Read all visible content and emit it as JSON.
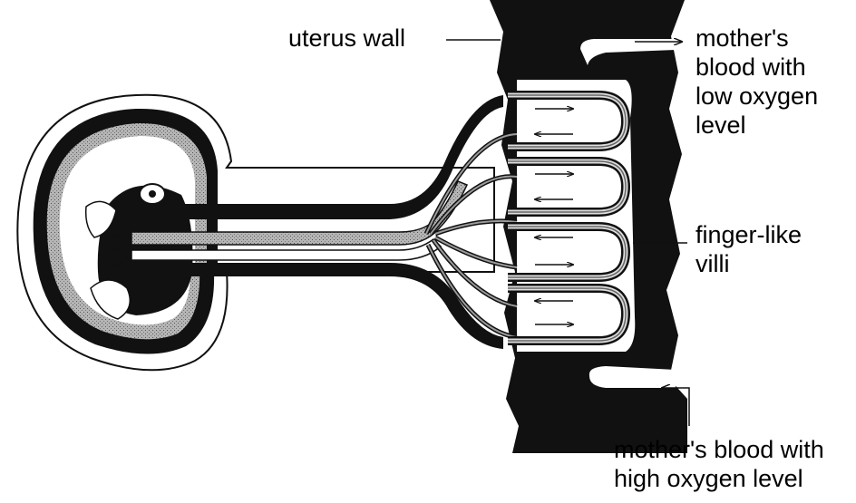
{
  "labels": {
    "uterus_wall": "uterus wall",
    "mother_blood_low": [
      "mother's",
      "blood with",
      "low oxygen",
      "level"
    ],
    "finger_villi": [
      "finger-like",
      "villi"
    ],
    "mother_blood_high": [
      "mother's blood with",
      "high oxygen level"
    ]
  },
  "colors": {
    "ink": "#111111",
    "stripe": "#8a8a8a",
    "background": "#ffffff"
  }
}
